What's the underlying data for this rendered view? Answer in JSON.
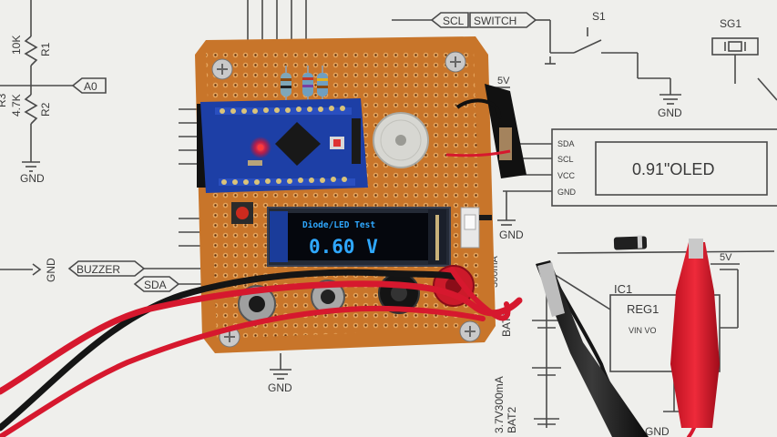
{
  "schematic": {
    "net_labels": {
      "a0": "A0",
      "scl": "SCL",
      "switch": "SWITCH",
      "buzzer": "BUZZER",
      "sda": "SDA"
    },
    "components": {
      "s1": "S1",
      "sg1": "SG1",
      "r1": "R1",
      "r1_value": "10K",
      "r2": "R2",
      "r2_value": "4.7K",
      "r3": "R3",
      "ic1": "IC1",
      "reg1": "REG1",
      "reg1_pins": "VIN  VO",
      "bat1": "BAT1",
      "bat2": "BAT2",
      "bat2_rating": "3.7V300mA",
      "bat1_rating": "300mA"
    },
    "oled_module": {
      "title": "0.91\"OLED",
      "pins": [
        "SDA",
        "SCL",
        "VCC",
        "GND"
      ]
    },
    "power": {
      "gnd": "GND",
      "five_v": "5V",
      "five_v_top": "5V"
    }
  },
  "oled_screen": {
    "line1": "Diode/LED Test",
    "line2": "0.60 V",
    "text_color": "#2fa8ff"
  },
  "colors": {
    "paper": "#efefec",
    "perfboard": "#c8752a",
    "pcb_blue": "#1d3fa6",
    "wire_red": "#d6182e",
    "wire_black": "#151515"
  }
}
